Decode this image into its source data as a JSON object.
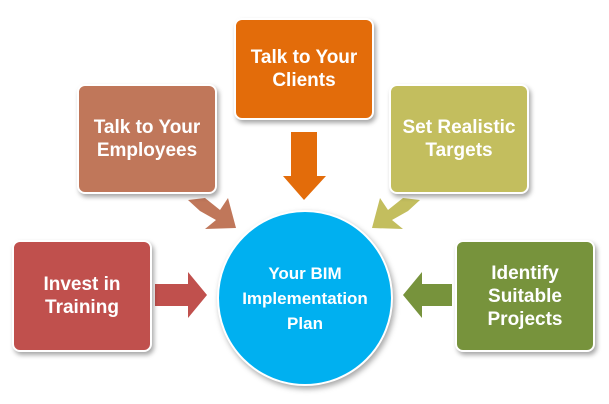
{
  "center": {
    "label": "Your BIM\nImplementation\nPlan",
    "color": "#00B0F0"
  },
  "nodes": [
    {
      "label": "Invest in\nTraining",
      "color": "#C0504D"
    },
    {
      "label": "Talk to Your\nEmployees",
      "color": "#C0775A"
    },
    {
      "label": "Talk to Your\nClients",
      "color": "#E36C0A"
    },
    {
      "label": "Set Realistic\nTargets",
      "color": "#C3BE5E"
    },
    {
      "label": "Identify\nSuitable\nProjects",
      "color": "#77933C"
    }
  ]
}
